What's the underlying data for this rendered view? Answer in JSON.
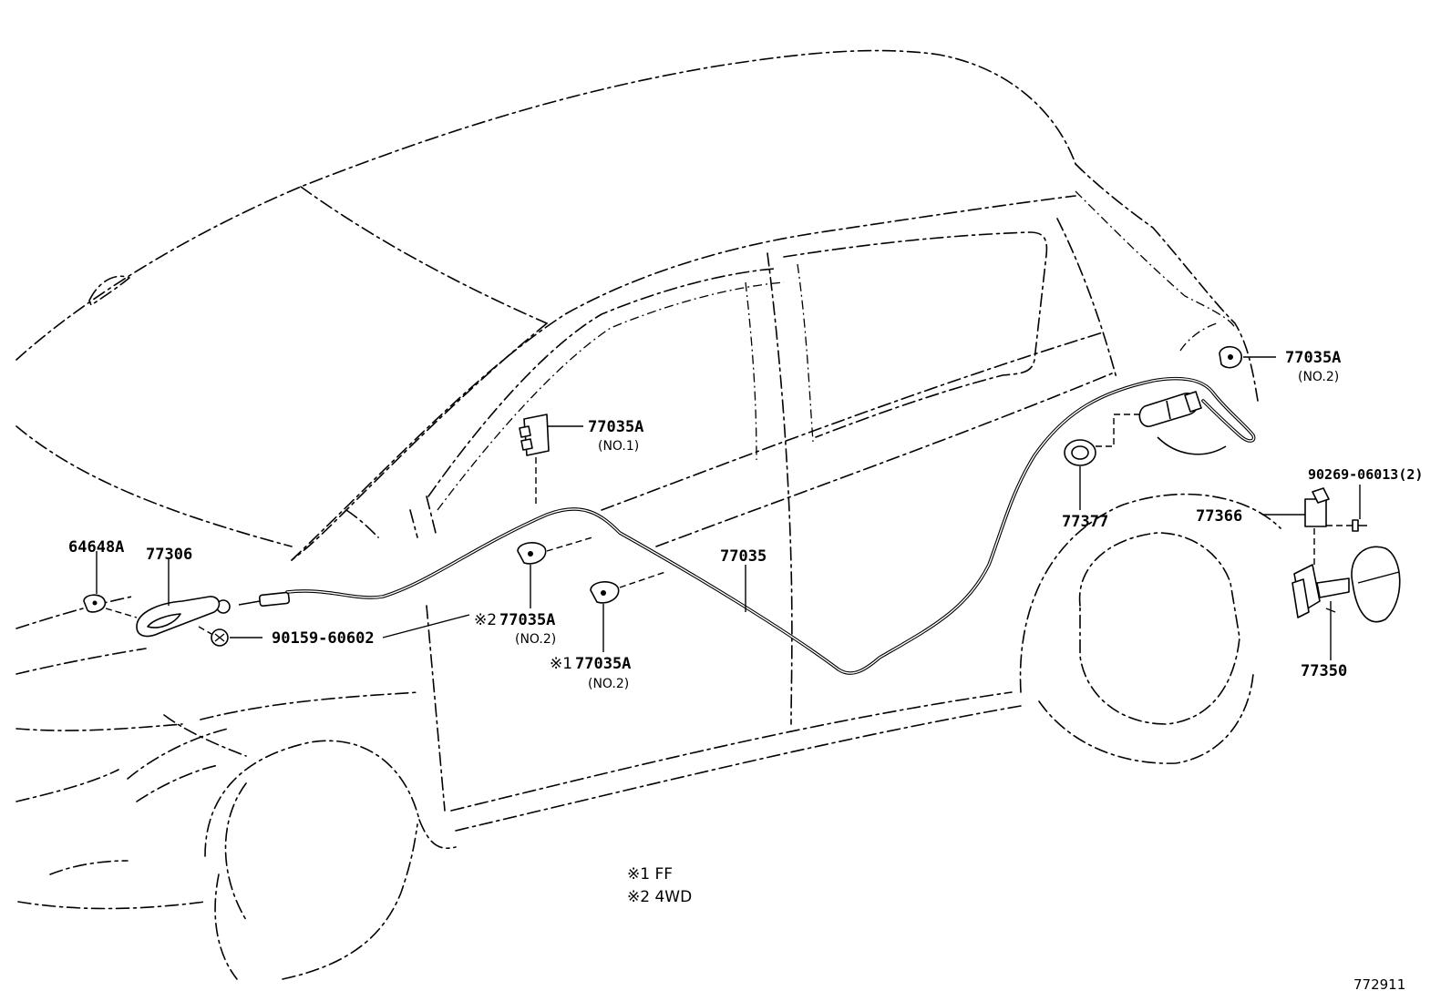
{
  "diagram": {
    "labels": {
      "part_64648A": "64648A",
      "part_77306": "77306",
      "part_90159": "90159-60602",
      "part_77035A_no1": "77035A",
      "sub_no1": "(NO.1)",
      "mark_2": "※2",
      "part_77035A_no2_mid": "77035A",
      "sub_no2_mid": "(NO.2)",
      "mark_1": "※1",
      "part_77035A_no2_low": "77035A",
      "sub_no2_low": "(NO.2)",
      "part_77035": "77035",
      "part_77377": "77377",
      "part_77035A_no2_top": "77035A",
      "sub_no2_top": "(NO.2)",
      "part_90269": "90269-06013(2)",
      "part_77366": "77366",
      "part_77350": "77350"
    },
    "notes": {
      "note_1": "※1 FF",
      "note_2": "※2 4WD"
    },
    "figure_number": "772911"
  }
}
